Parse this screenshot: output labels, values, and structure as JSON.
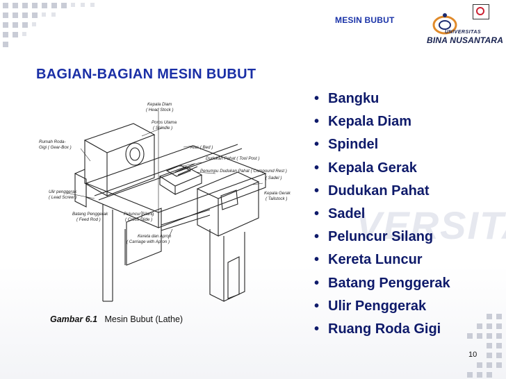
{
  "header": {
    "topic": "MESIN BUBUT",
    "university_small": "UNIVERSITAS",
    "university_big": "BINA NUSANTARA"
  },
  "slide": {
    "title": "BAGIAN-BAGIAN MESIN BUBUT",
    "page_number": "10",
    "watermark": "VERSITAS"
  },
  "bullets": [
    "Bangku",
    "Kepala Diam",
    "Spindel",
    "Kepala Gerak",
    "Dudukan Pahat",
    "Sadel",
    "Peluncur Silang",
    "Kereta Luncur",
    "Batang Penggerak",
    "Ulir Penggerak",
    "Ruang Roda Gigi"
  ],
  "figure": {
    "caption_number": "Gambar 6.1",
    "caption_text": "Mesin Bubut (Lathe)",
    "labels": {
      "kepala_diam": "Kepala Diam",
      "head_stock": "( Head Stock )",
      "poros_utama": "Poros Utama",
      "spindle": "( Spindle )",
      "rumah_roda": "Rumah Roda-",
      "gigi": "Gigi  ( Gear-Box )",
      "alas": "Alas  ( Bed )",
      "dudukan_pahat": "Dudukan Pahat  ( Tool Post )",
      "penumpu": "Penumpu Dudukan Pahat  ( Compound Rest )",
      "sadel": "( Sadel )",
      "ulir": "Ulir penggerak",
      "lead_screw": "( Lead Screw )",
      "kepala_gerak": "Kepala Gerak",
      "tailstock": "( Tailstock )",
      "batang": "Batang Penggerak",
      "feed_rod": "( Feed Rod )",
      "peluncur": "Peluncur Silang",
      "cross_slide": "( Cross Slide )",
      "kereta": "Kereta dan Apron",
      "carriage": "( Carriage with Apron )"
    }
  },
  "colors": {
    "title": "#1a2fa6",
    "bullets": "#0e1a6a",
    "header": "#1a33a8"
  }
}
